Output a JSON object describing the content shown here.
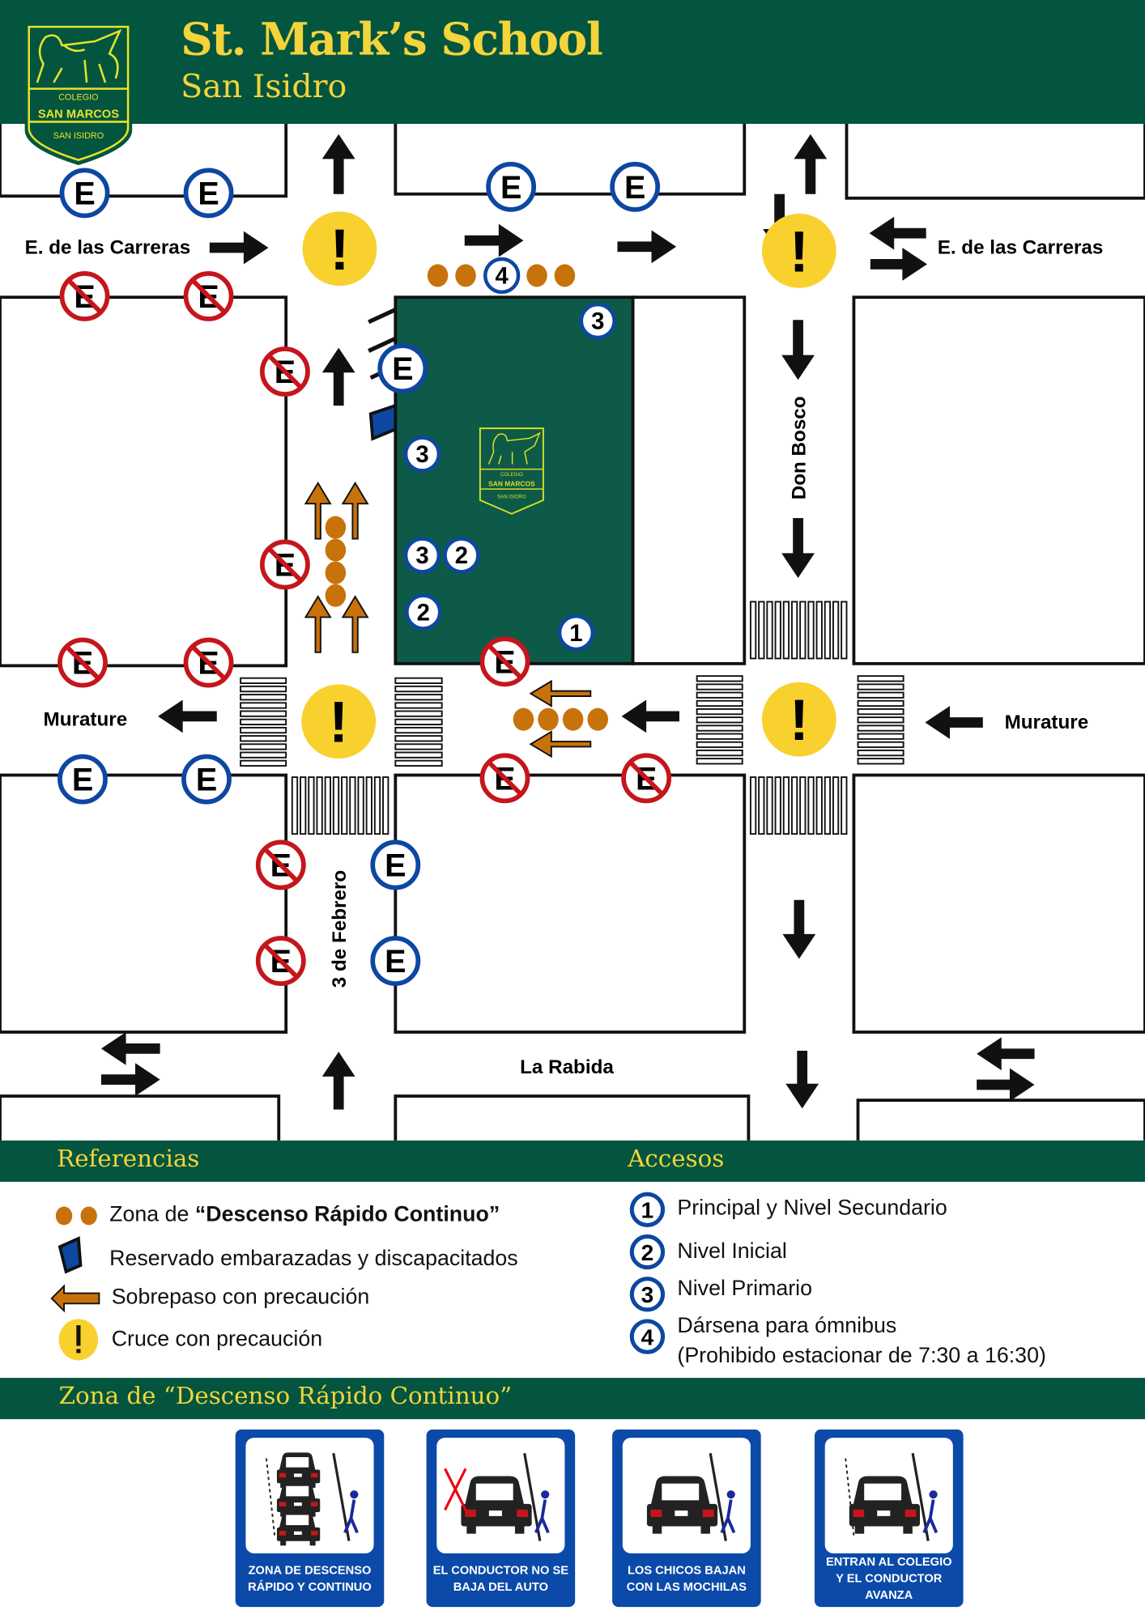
{
  "header": {
    "title": "St. Mark’s School",
    "subtitle": "San Isidro",
    "logo_text": [
      "COLEGIO",
      "SAN MARCOS",
      "SAN ISIDRO"
    ]
  },
  "map": {
    "streets": {
      "top_left": "E. de las Carreras",
      "top_right": "E. de las Carreras",
      "middle_left": "Murature",
      "middle_right": "Murature",
      "vertical_right": "Don Bosco",
      "vertical_left": "3 de Febrero",
      "bottom": "La Rabida"
    },
    "parking_letter": "E",
    "caution_glyph": "!",
    "access_markers": [
      "3",
      "3",
      "3",
      "2",
      "2",
      "1",
      "4"
    ]
  },
  "references": {
    "title": "Referencias",
    "items": [
      {
        "icon": "orange-dots",
        "prefix": "Zona de ",
        "bold": "“Descenso Rápido Continuo”"
      },
      {
        "icon": "blue-reserved-bay",
        "label": "Reservado embarazadas y discapacitados"
      },
      {
        "icon": "orange-left-arrow",
        "label": "Sobrepaso con precaución"
      },
      {
        "icon": "yellow-exclamation",
        "label": "Cruce con precaución"
      }
    ]
  },
  "accesses": {
    "title": "Accesos",
    "items": [
      {
        "num": "1",
        "label": "Principal y Nivel Secundario"
      },
      {
        "num": "2",
        "label": "Nivel Inicial"
      },
      {
        "num": "3",
        "label": "Nivel Primario"
      },
      {
        "num": "4",
        "label": "Dársena para ómnibus",
        "note": "(Prohibido estacionar de 7:30 a 16:30)"
      }
    ]
  },
  "drop_zone": {
    "title": "Zona de “Descenso Rápido Continuo”",
    "cards": [
      {
        "caption": "ZONA DE DESCENSO RÁPIDO Y CONTINUO"
      },
      {
        "caption": "EL CONDUCTOR NO SE BAJA DEL AUTO"
      },
      {
        "caption": "LOS CHICOS BAJAN CON LAS MOCHILAS"
      },
      {
        "caption": "ENTRAN AL COLEGIO Y EL CONDUCTOR AVANZA"
      }
    ]
  },
  "colors": {
    "brand_green": "#03553f",
    "school_block": "#0e5a48",
    "brand_yellow": "#f3d43a",
    "parking_blue": "#0d47a1",
    "no_parking_red": "#c4161c",
    "drop_orange": "#c8720b"
  }
}
